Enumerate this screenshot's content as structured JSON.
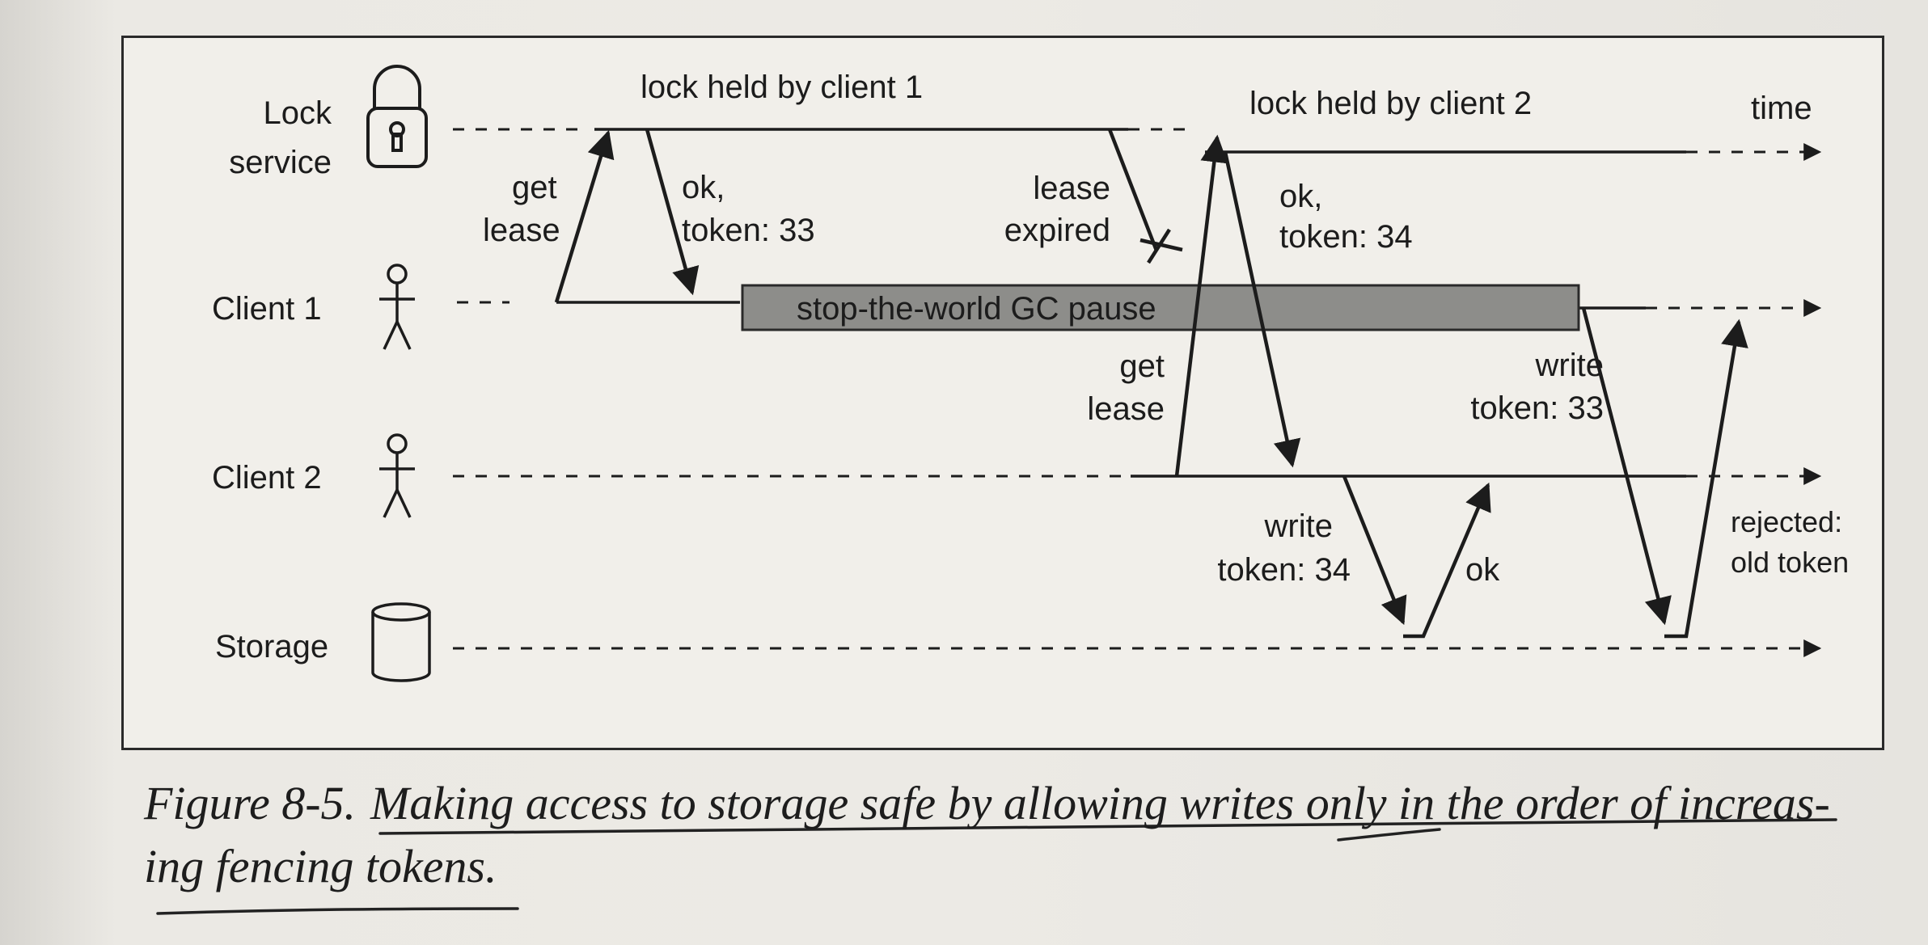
{
  "diagram": {
    "time_label": "time",
    "participants": {
      "lock_service": [
        "Lock",
        "service"
      ],
      "client1": "Client 1",
      "client2": "Client 2",
      "storage": "Storage"
    },
    "annotations": {
      "lock_held_1": "lock held by client 1",
      "lock_held_2": "lock held by client 2",
      "gc_pause": "stop-the-world GC pause",
      "get_lease_1": [
        "get",
        "lease"
      ],
      "ok_33": [
        "ok,",
        "token: 33"
      ],
      "lease_expired": [
        "lease",
        "expired"
      ],
      "ok_34": [
        "ok,",
        "token: 34"
      ],
      "get_lease_2": [
        "get",
        "lease"
      ],
      "write_33": [
        "write",
        "token: 33"
      ],
      "write_34": [
        "write",
        "token: 34"
      ],
      "ok_storage": "ok",
      "rejected": [
        "rejected:",
        "old token"
      ]
    }
  },
  "caption": {
    "number": "Figure 8-5.",
    "line1": "Making access to storage safe by allowing writes only in the order of increas-",
    "line2": "ing fencing tokens."
  }
}
